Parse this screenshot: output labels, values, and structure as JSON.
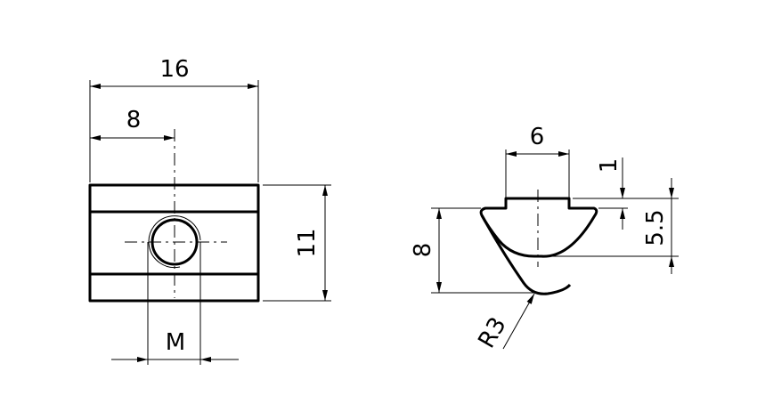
{
  "drawing": {
    "front_view": {
      "width_label": "16",
      "center_offset_label": "8",
      "height_label": "11",
      "thread_label": "M"
    },
    "side_view": {
      "top_width_label": "6",
      "step_label": "1",
      "depth_label": "5.5",
      "total_height_label": "8",
      "radius_label": "R3"
    }
  }
}
